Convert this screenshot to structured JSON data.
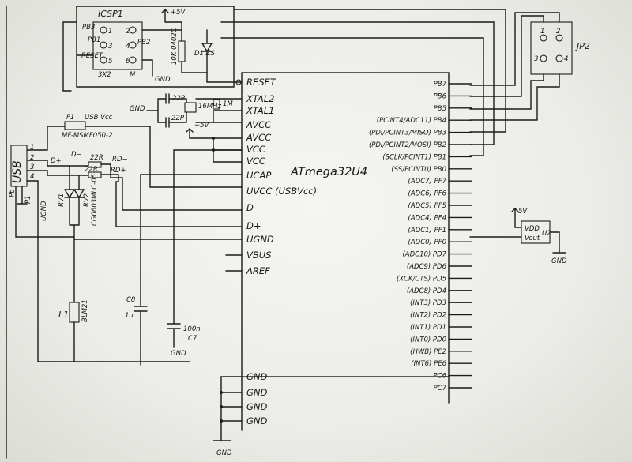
{
  "chip": {
    "name": "ATmega32U4",
    "left_pins": [
      "RESET",
      "XTAL2",
      "XTAL1",
      "AVCC",
      "AVCC",
      "VCC",
      "VCC",
      "UCAP",
      "UVCC (USBVcc)",
      "D−",
      "D+",
      "UGND",
      "VBUS",
      "AREF"
    ],
    "gnd_pins": [
      "GND",
      "GND",
      "GND",
      "GND"
    ],
    "right_pins": [
      "PB7",
      "PB6",
      "PB5",
      "(PCINT4/ADC11) PB4",
      "(PDI/PCINT3/MISO) PB3",
      "(PDI/PCINT2/MOSI) PB2",
      "(SCLK/PCINT1) PB1",
      "(SS/PCINT0) PB0",
      "(ADC7) PF7",
      "(ADC6) PF6",
      "(ADC5) PF5",
      "(ADC4) PF4",
      "(ADC1) PF1",
      "(ADC0) PF0",
      "(ADC10) PD7",
      "(ADC9) PD6",
      "(XCK/CTS) PD5",
      "(ADC8) PD4",
      "(INT3) PD3",
      "(INT2) PD2",
      "(INT1) PD1",
      "(INT0) PD0",
      "(HWB) PE2",
      "(INT6) PE6",
      "PC6",
      "PC7"
    ]
  },
  "icsp": {
    "name": "ICSP1",
    "pins": [
      "1",
      "2",
      "3",
      "4",
      "5",
      "6"
    ],
    "pin_labels": [
      "PB3",
      "PB1",
      "RESET",
      "PB2"
    ],
    "size": "3X2",
    "part": "M",
    "vcc": "+5V",
    "gnd": "GND"
  },
  "reset_parts": {
    "resistor": "10K 0402C",
    "diode": "D1 ZS"
  },
  "crystal": {
    "c1": "22P",
    "c2": "22P",
    "crystal": "16MHz",
    "resistor": "1M",
    "gnd": "GND",
    "vcc": "+5V"
  },
  "usb": {
    "connector": "USB",
    "pins": [
      "1",
      "2",
      "3",
      "4"
    ],
    "fuse": "F1",
    "fuse_part": "MF-MSMF050-2",
    "fuse_net": "USB Vcc",
    "dminus": "D−",
    "dplus": "D+",
    "r_dminus": "22R",
    "r_dplus": "22R",
    "rd_minus": "RD−",
    "rd_plus": "RD+",
    "tvs1": "RV1",
    "tvs2": "RV2",
    "tvs_part": "CG0603MLC-05",
    "p1": "P1",
    "pb": "Pb",
    "ugnd": "UGND",
    "inductor": "L1",
    "inductor_part": "BLM21"
  },
  "caps": {
    "c8_name": "C8",
    "c8_value": "1u",
    "c7_name": "C7",
    "c7_value": "100n",
    "gnd": "GND"
  },
  "jp2": {
    "name": "JP2",
    "pins": [
      "1",
      "2",
      "3",
      "4"
    ]
  },
  "sensor": {
    "vcc": "5V",
    "vdd": "VDD",
    "vout": "Vout",
    "ref": "U2",
    "gnd": "GND"
  },
  "bottom_gnd": "GND"
}
